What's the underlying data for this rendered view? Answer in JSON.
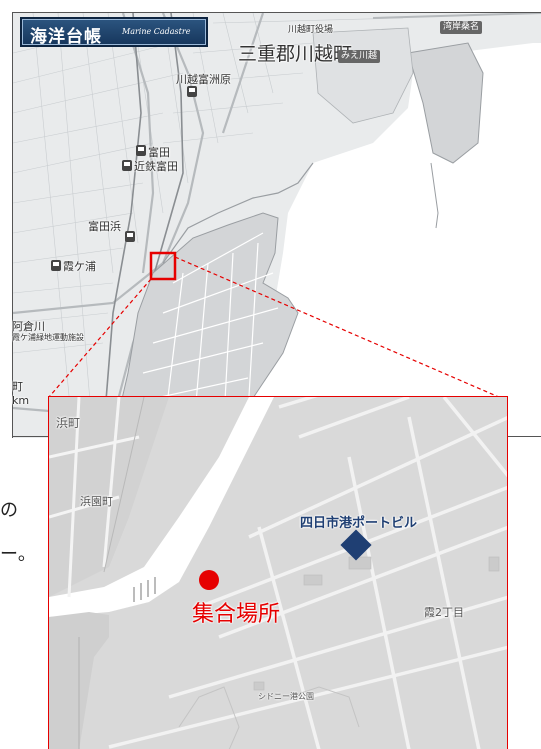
{
  "logo": {
    "title_jp": "海洋台帳",
    "title_en": "Marine Cadastre"
  },
  "overview_map": {
    "labels": {
      "town_main": "三重郡川越町",
      "town_office": "川越町役場",
      "badge_mie": "みえ川越",
      "badge_wangan": "湾岸桑名",
      "station_tomisuhara": "川越富洲原",
      "station_tomida": "富田",
      "station_kintetsu_tomida": "近鉄富田",
      "tomidahama": "富田浜",
      "kasumigaura": "霞ケ浦",
      "akuragawa": "阿倉川",
      "kasumigaura_facility": "霞ケ浦緑地運動施設",
      "edge_char_1": "町",
      "edge_char_2": "km"
    },
    "highlight_box_color": "#e60000"
  },
  "inset_map": {
    "labels": {
      "hamacho": "浜町",
      "hamazonocho": "浜園町",
      "port_building": "四日市港ポートビル",
      "meeting_point": "集合場所",
      "kasumi_2chome": "霞2丁目",
      "park": "シドニー港公園"
    },
    "marker_colors": {
      "meeting_point": "#e60000",
      "port_building": "#1f3f73"
    }
  },
  "side_text": {
    "fragment_1": "の",
    "fragment_2": "ー。"
  }
}
